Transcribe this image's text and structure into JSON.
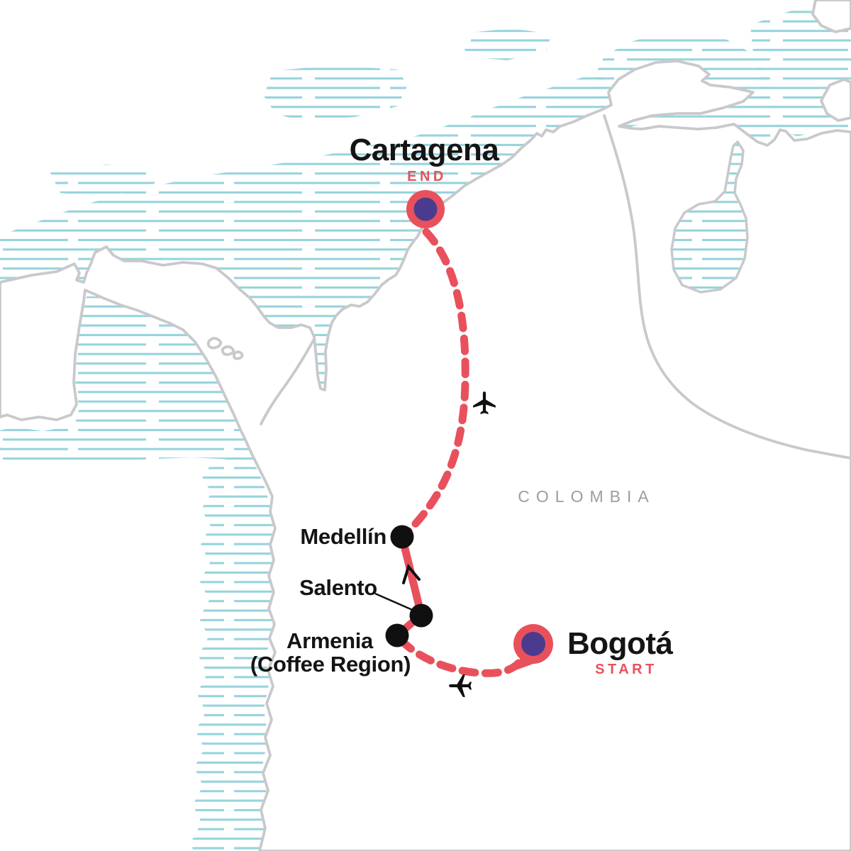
{
  "country": {
    "label": "COLOMBIA"
  },
  "cities": {
    "cartagena": {
      "name": "Cartagena",
      "tag": "END"
    },
    "medellin": {
      "name": "Medellín"
    },
    "salento": {
      "name": "Salento"
    },
    "armenia": {
      "name": "Armenia",
      "subtitle": "(Coffee Region)"
    },
    "bogota": {
      "name": "Bogotá",
      "tag": "START"
    }
  },
  "route": {
    "order": [
      "Bogotá",
      "Armenia (Coffee Region)",
      "Salento",
      "Medellín",
      "Cartagena"
    ],
    "segments": [
      {
        "from": "Bogotá",
        "to": "Armenia",
        "mode": "flight",
        "style": "dashed"
      },
      {
        "from": "Armenia",
        "to": "Salento",
        "mode": "overland",
        "style": "solid"
      },
      {
        "from": "Salento",
        "to": "Medellín",
        "mode": "overland",
        "style": "solid"
      },
      {
        "from": "Medellín",
        "to": "Cartagena",
        "mode": "flight",
        "style": "dashed"
      }
    ]
  },
  "icons": {
    "flight": "✈",
    "stop_dot": "●",
    "terminal_marker": "◉"
  },
  "colors": {
    "route": "#e8515c",
    "marker_fill": "#4b3b8f",
    "water_hatch": "#97d4dc",
    "coastline": "#c9c9cb",
    "city_label": "#141414",
    "tag_label": "#e8515c",
    "country_label": "#9c9ca4"
  }
}
